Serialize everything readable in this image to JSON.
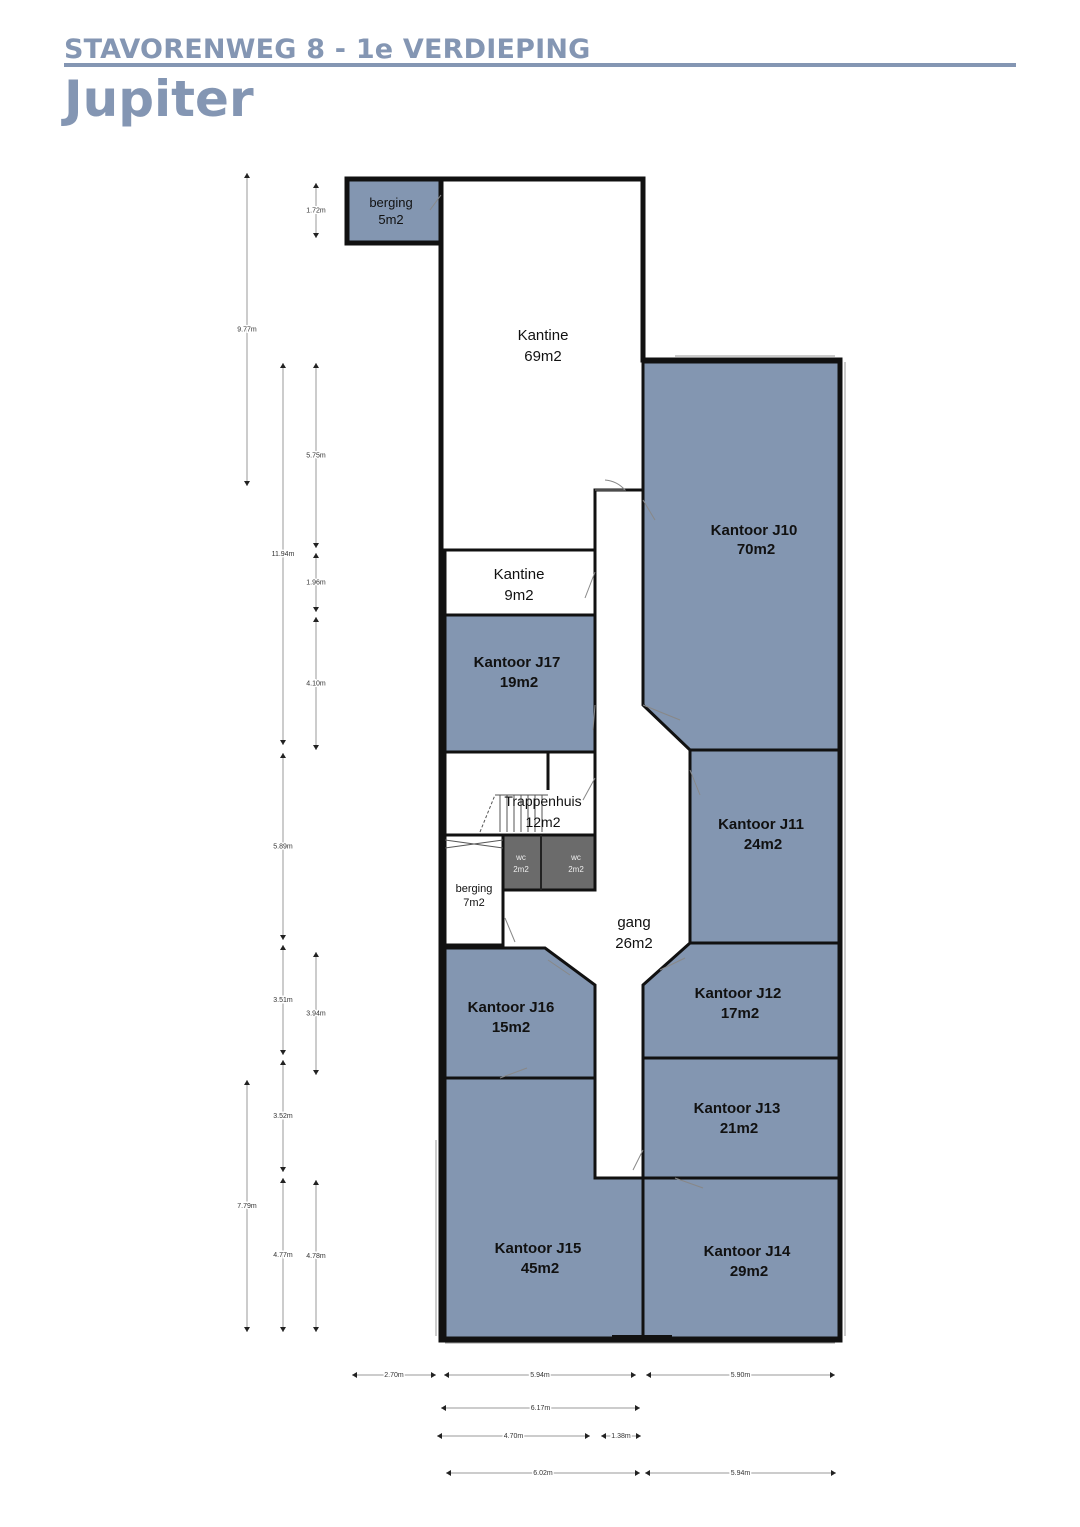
{
  "header": {
    "subtitle": "STAVORENWEG 8 - 1e VERDIEPING",
    "title": "Jupiter"
  },
  "colors": {
    "office": "#8396b1",
    "wall": "#111111",
    "wc": "#6b6b6b",
    "title": "#8496b3"
  },
  "rooms": {
    "berging_top": {
      "name": "berging",
      "area": "5m2"
    },
    "kantine_big": {
      "name": "Kantine",
      "area": "69m2"
    },
    "kantine_small": {
      "name": "Kantine",
      "area": "9m2"
    },
    "j17": {
      "name": "Kantoor J17",
      "area": "19m2"
    },
    "trappenhuis": {
      "name": "Trappenhuis",
      "area": "12m2"
    },
    "wc1": {
      "name": "wc",
      "area": "2m2"
    },
    "wc2": {
      "name": "wc",
      "area": "2m2"
    },
    "berging_mid": {
      "name": "berging",
      "area": "7m2"
    },
    "gang": {
      "name": "gang",
      "area": "26m2"
    },
    "j16": {
      "name": "Kantoor J16",
      "area": "15m2"
    },
    "j15": {
      "name": "Kantoor J15",
      "area": "45m2"
    },
    "j10": {
      "name": "Kantoor J10",
      "area": "70m2"
    },
    "j11": {
      "name": "Kantoor J11",
      "area": "24m2"
    },
    "j12": {
      "name": "Kantoor J12",
      "area": "17m2"
    },
    "j13": {
      "name": "Kantoor J13",
      "area": "21m2"
    },
    "j14": {
      "name": "Kantoor J14",
      "area": "29m2"
    }
  },
  "dimensions": {
    "vertical": [
      "9.77m",
      "7.79m",
      "11.94m",
      "5.89m",
      "3.51m",
      "3.52m",
      "4.77m",
      "1.72m",
      "5.75m",
      "1.96m",
      "4.10m",
      "3.94m",
      "4.78m"
    ],
    "horizontal": [
      "2.70m",
      "5.94m",
      "5.90m",
      "6.17m",
      "4.70m",
      "1.38m",
      "6.02m",
      "5.94m"
    ]
  }
}
